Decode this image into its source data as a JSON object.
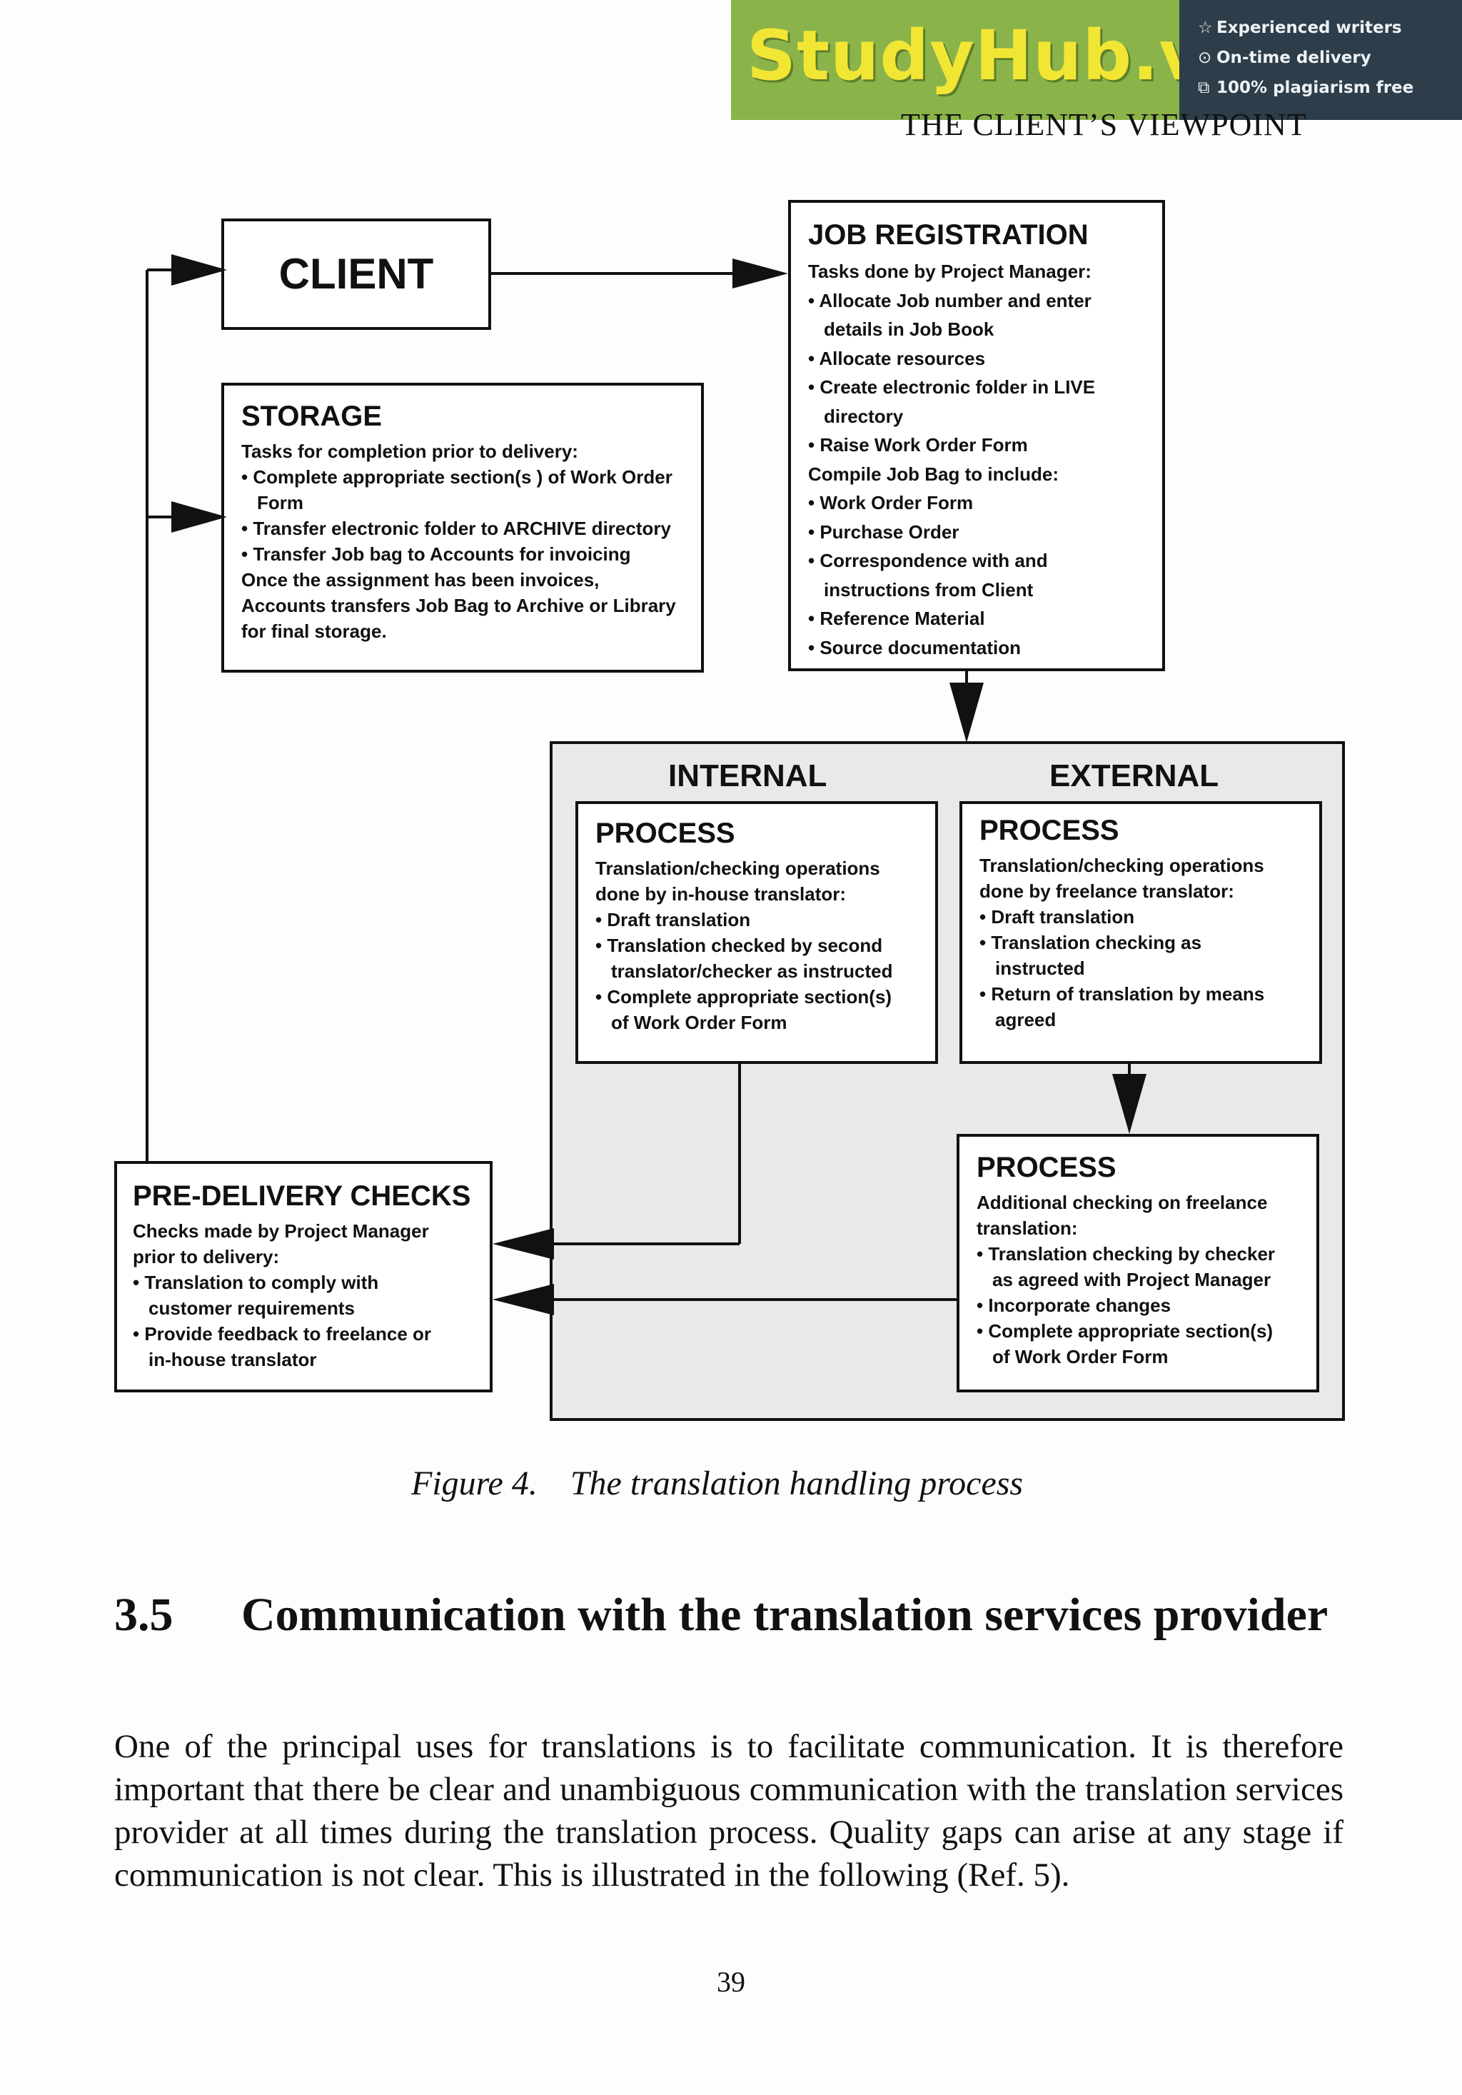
{
  "watermark": {
    "brand": "StudyHub.vip",
    "features": [
      {
        "icon": "star-outline-icon",
        "glyph": "☆",
        "label": "Experienced writers"
      },
      {
        "icon": "clock-icon",
        "glyph": "⊙",
        "label": "On-time delivery"
      },
      {
        "icon": "copy-icon",
        "glyph": "⧉",
        "label": "100% plagiarism free"
      }
    ],
    "colors": {
      "brand_bg": "#8ab34a",
      "brand_text": "#f2e635",
      "promo_bg": "#2d3d4a"
    }
  },
  "running_head": "THE CLIENT’S VIEWPOINT",
  "diagram": {
    "client": {
      "title": "CLIENT"
    },
    "job_registration": {
      "title": "JOB REGISTRATION",
      "lines": [
        {
          "k": "l",
          "t": "Tasks done by Project Manager:"
        },
        {
          "k": "b",
          "t": "• Allocate Job number and enter"
        },
        {
          "k": "c",
          "t": "details in Job Book"
        },
        {
          "k": "b",
          "t": "• Allocate resources"
        },
        {
          "k": "b",
          "t": "• Create electronic folder in LIVE"
        },
        {
          "k": "c",
          "t": "directory"
        },
        {
          "k": "b",
          "t": "• Raise Work Order Form"
        },
        {
          "k": "l",
          "t": "Compile Job Bag to include:"
        },
        {
          "k": "b",
          "t": "• Work Order Form"
        },
        {
          "k": "b",
          "t": "• Purchase Order"
        },
        {
          "k": "b",
          "t": "• Correspondence with and"
        },
        {
          "k": "c",
          "t": "instructions from Client"
        },
        {
          "k": "b",
          "t": "• Reference Material"
        },
        {
          "k": "b",
          "t": "• Source documentation"
        }
      ]
    },
    "storage": {
      "title": "STORAGE",
      "lines": [
        {
          "k": "l",
          "t": "Tasks for completion prior to delivery:"
        },
        {
          "k": "b",
          "t": "• Complete appropriate section(s ) of Work Order"
        },
        {
          "k": "c",
          "t": "Form"
        },
        {
          "k": "b",
          "t": "• Transfer electronic folder to ARCHIVE directory"
        },
        {
          "k": "b",
          "t": "• Transfer Job bag to Accounts for invoicing"
        },
        {
          "k": "l",
          "t": "Once the assignment has been invoices,"
        },
        {
          "k": "l",
          "t": "Accounts transfers Job Bag to Archive or Library"
        },
        {
          "k": "l",
          "t": "for final storage."
        }
      ]
    },
    "internal_label": "INTERNAL",
    "external_label": "EXTERNAL",
    "internal_process": {
      "title": "PROCESS",
      "lines": [
        {
          "k": "l",
          "t": "Translation/checking operations"
        },
        {
          "k": "l",
          "t": "done by in-house translator:"
        },
        {
          "k": "b",
          "t": "• Draft translation"
        },
        {
          "k": "b",
          "t": "• Translation checked by second"
        },
        {
          "k": "c",
          "t": "translator/checker as instructed"
        },
        {
          "k": "b",
          "t": "• Complete appropriate section(s)"
        },
        {
          "k": "c",
          "t": "of Work Order Form"
        }
      ]
    },
    "external_process": {
      "title": "PROCESS",
      "lines": [
        {
          "k": "l",
          "t": "Translation/checking operations"
        },
        {
          "k": "l",
          "t": "done by freelance translator:"
        },
        {
          "k": "b",
          "t": "• Draft translation"
        },
        {
          "k": "b",
          "t": "• Translation checking as"
        },
        {
          "k": "c",
          "t": "instructed"
        },
        {
          "k": "b",
          "t": "• Return of translation by means"
        },
        {
          "k": "c",
          "t": "agreed"
        }
      ]
    },
    "additional_process": {
      "title": "PROCESS",
      "lines": [
        {
          "k": "l",
          "t": "Additional checking on freelance"
        },
        {
          "k": "l",
          "t": "translation:"
        },
        {
          "k": "b",
          "t": "• Translation checking by checker"
        },
        {
          "k": "c",
          "t": "as agreed with Project Manager"
        },
        {
          "k": "b",
          "t": "• Incorporate changes"
        },
        {
          "k": "b",
          "t": "• Complete appropriate section(s)"
        },
        {
          "k": "c",
          "t": "of Work Order Form"
        }
      ]
    },
    "pre_delivery": {
      "title": "PRE-DELIVERY CHECKS",
      "lines": [
        {
          "k": "l",
          "t": "Checks made by Project Manager"
        },
        {
          "k": "l",
          "t": "prior to delivery:"
        },
        {
          "k": "b",
          "t": "• Translation to comply with"
        },
        {
          "k": "c",
          "t": "customer requirements"
        },
        {
          "k": "b",
          "t": "• Provide feedback to freelance or"
        },
        {
          "k": "c",
          "t": "in-house translator"
        }
      ]
    }
  },
  "caption": {
    "number": "Figure 4.",
    "text": "The translation handling process"
  },
  "section": {
    "number": "3.5",
    "title": "Communication with the translation services provider"
  },
  "body": "One of the principal uses for translations is to facilitate communication. It is therefore important that there be clear and unambiguous communication with the translation services provider at all times during the translation process. Quality gaps can arise at any stage if communication is not clear. This is illustrated in the following (Ref. 5).",
  "page_number": "39"
}
